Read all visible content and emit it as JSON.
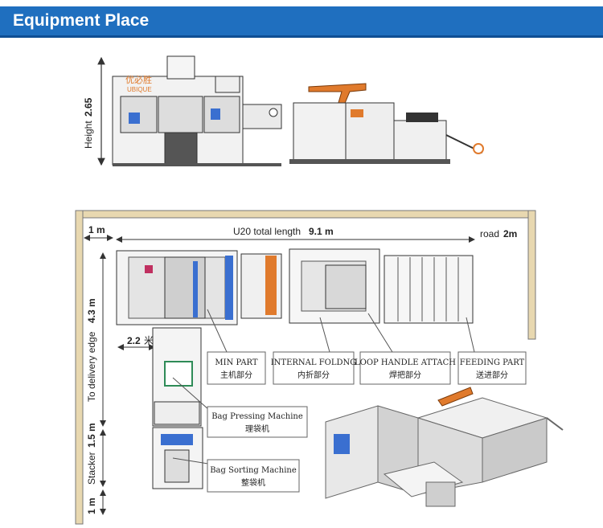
{
  "header": {
    "title": "Equipment Place"
  },
  "front_view": {
    "height_label": "Height",
    "height_value": "2.65",
    "brand_cn": "优必胜",
    "brand_en": "UBIQUE"
  },
  "layout": {
    "top_left_margin": "1 m",
    "total_length_label": "U20 total length",
    "total_length_value": "9.1 m",
    "road_label": "road",
    "road_value": "2m",
    "delivery_label": "To delivery edge",
    "delivery_value": "4.3 m",
    "width_value": "2.2",
    "width_unit": "米",
    "stacker_label": "Stacker",
    "stacker_value": "1.5 m",
    "bottom_margin": "1 m"
  },
  "callouts": [
    {
      "en": "MIN PART",
      "cn": "主机部分"
    },
    {
      "en": "INTERNAL FOLDNG",
      "cn": "内折部分"
    },
    {
      "en": "LOOP HANDLE ATTACH",
      "cn": "焊把部分"
    },
    {
      "en": "FEEDING PART",
      "cn": "送进部分"
    },
    {
      "en": "Bag Pressing Machine",
      "cn": "理袋机"
    },
    {
      "en": "Bag Sorting Machine",
      "cn": "整袋机"
    }
  ],
  "colors": {
    "header": "#1f6fbf",
    "accent_orange": "#e07a2c",
    "accent_blue": "#3a6fd0",
    "wall": "#e8d8b0"
  }
}
